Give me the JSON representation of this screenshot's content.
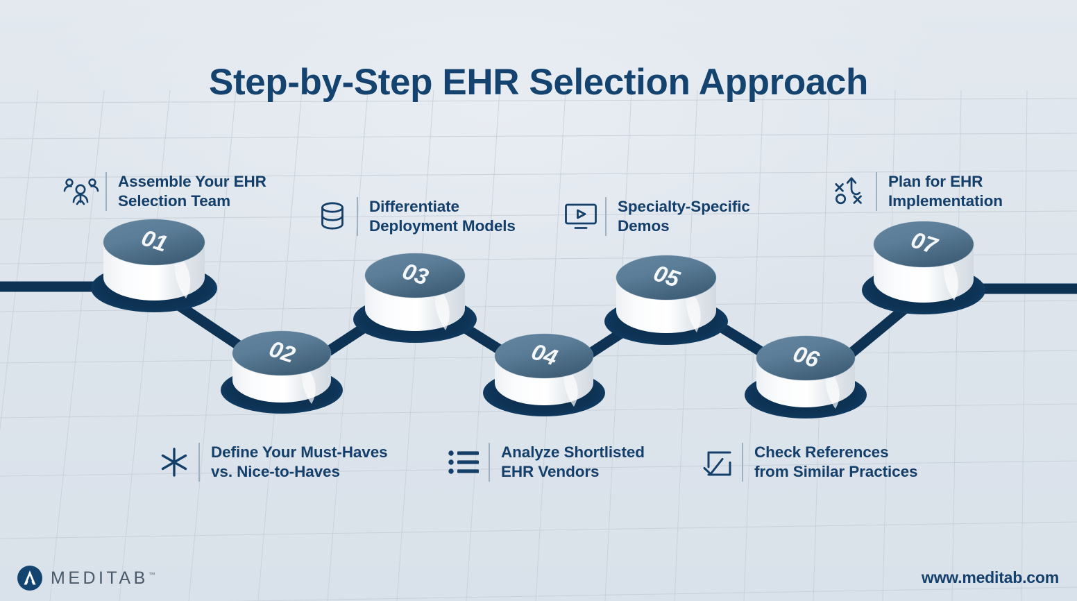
{
  "title": "Step-by-Step EHR Selection Approach",
  "colors": {
    "background": "#dde4ec",
    "navy": "#133f69",
    "dark_navy": "#0e3253",
    "cap_blue": "#5d7f99",
    "title": "#15436f",
    "grid_line": "#c6cfd9"
  },
  "steps": [
    {
      "number": "01",
      "label": "Assemble Your EHR\nSelection Team",
      "icon": "people-team-icon",
      "position": "above"
    },
    {
      "number": "02",
      "label": "Define Your Must-Haves\nvs. Nice-to-Haves",
      "icon": "asterisk-star-icon",
      "position": "below"
    },
    {
      "number": "03",
      "label": "Differentiate\nDeployment Models",
      "icon": "database-stack-icon",
      "position": "above"
    },
    {
      "number": "04",
      "label": "Analyze Shortlisted\nEHR Vendors",
      "icon": "bulleted-list-icon",
      "position": "below"
    },
    {
      "number": "05",
      "label": "Specialty-Specific\nDemos",
      "icon": "monitor-play-icon",
      "position": "above"
    },
    {
      "number": "06",
      "label": "Check References\nfrom Similar Practices",
      "icon": "checkbox-check-icon",
      "position": "below"
    },
    {
      "number": "07",
      "label": "Plan for EHR\nImplementation",
      "icon": "strategy-playbook-icon",
      "position": "above"
    }
  ],
  "footer": {
    "brand": "MEDITAB",
    "trademark": "™",
    "url": "www.meditab.com"
  }
}
